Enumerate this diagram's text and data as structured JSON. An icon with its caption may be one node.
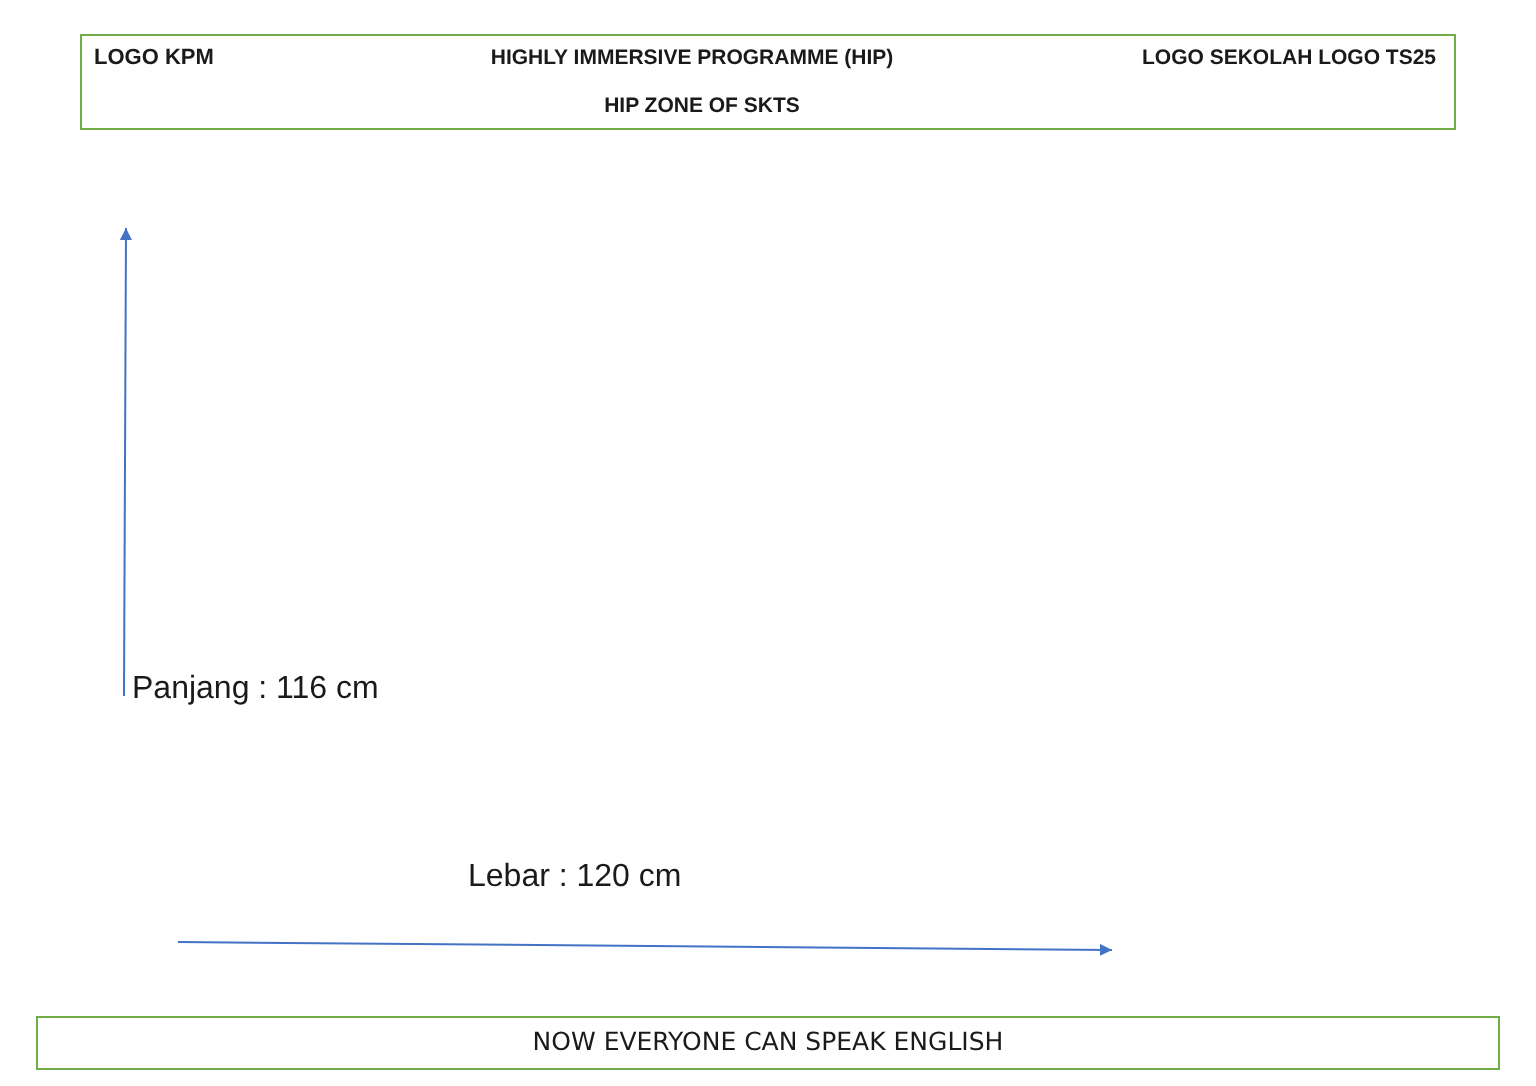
{
  "diagram": {
    "nodes": [
      {
        "text": [
          "LOGO KPM",
          "HIGHLY IMMERSIVE PROGRAMME (HIP)",
          "LOGO SEKOLAH LOGO TS25",
          "HIP ZONE OF SKTS"
        ]
      },
      {
        "text": [
          "NOW EVERYONE CAN SPEAK ENGLISH"
        ]
      }
    ],
    "labels": [
      "Panjang : 116 cm",
      "Lebar : 120 cm"
    ]
  }
}
